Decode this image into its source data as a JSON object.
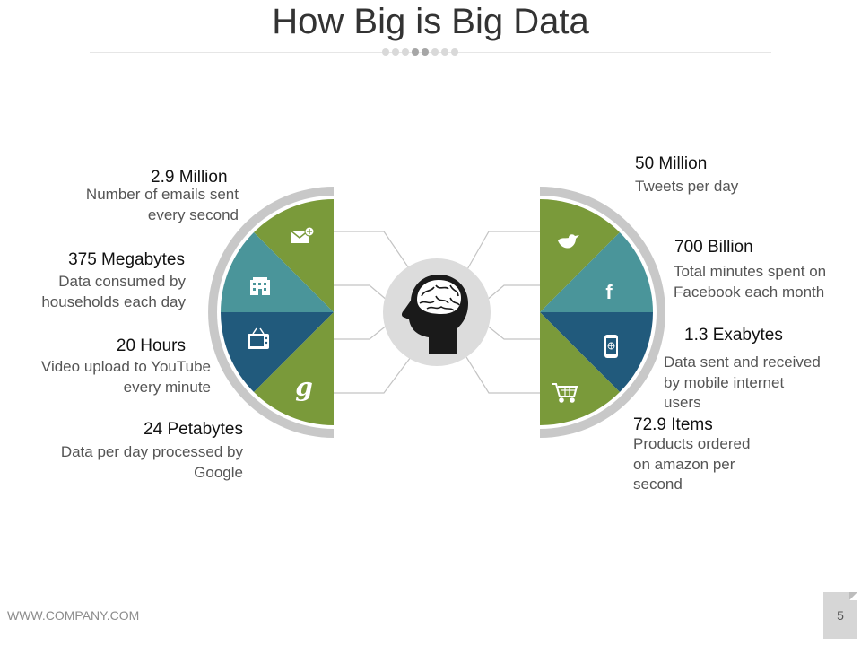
{
  "title": "How Big is Big Data",
  "colors": {
    "green": "#7a9a3a",
    "teal": "#4a959a",
    "navy": "#215a7c",
    "ring": "#c8c8c8",
    "hub": "#dcdcdc"
  },
  "left_items": [
    {
      "value": "2.9 Million",
      "desc": "Number of emails sent every second",
      "icon": "email-add-icon"
    },
    {
      "value": "375 Megabytes",
      "desc": "Data consumed by households each day",
      "icon": "building-icon"
    },
    {
      "value": "20 Hours",
      "desc": "Video upload to YouTube every minute",
      "icon": "tv-icon"
    },
    {
      "value": "24 Petabytes",
      "desc": "Data per day processed by Google",
      "icon": "google-g-icon"
    }
  ],
  "right_items": [
    {
      "value": "50 Million",
      "desc": "Tweets per day",
      "icon": "bird-icon"
    },
    {
      "value": "700 Billion",
      "desc": "Total minutes spent on Facebook each month",
      "icon": "facebook-icon"
    },
    {
      "value": "1.3 Exabytes",
      "desc": "Data sent and received by mobile internet users",
      "icon": "mobile-phone-icon"
    },
    {
      "value": "72.9 Items",
      "desc": "Products ordered on amazon per second",
      "icon": "shopping-cart-icon"
    }
  ],
  "center_icon": "brain-head-icon",
  "footer": {
    "company": "WWW.COMPANY.COM",
    "page": "5"
  }
}
